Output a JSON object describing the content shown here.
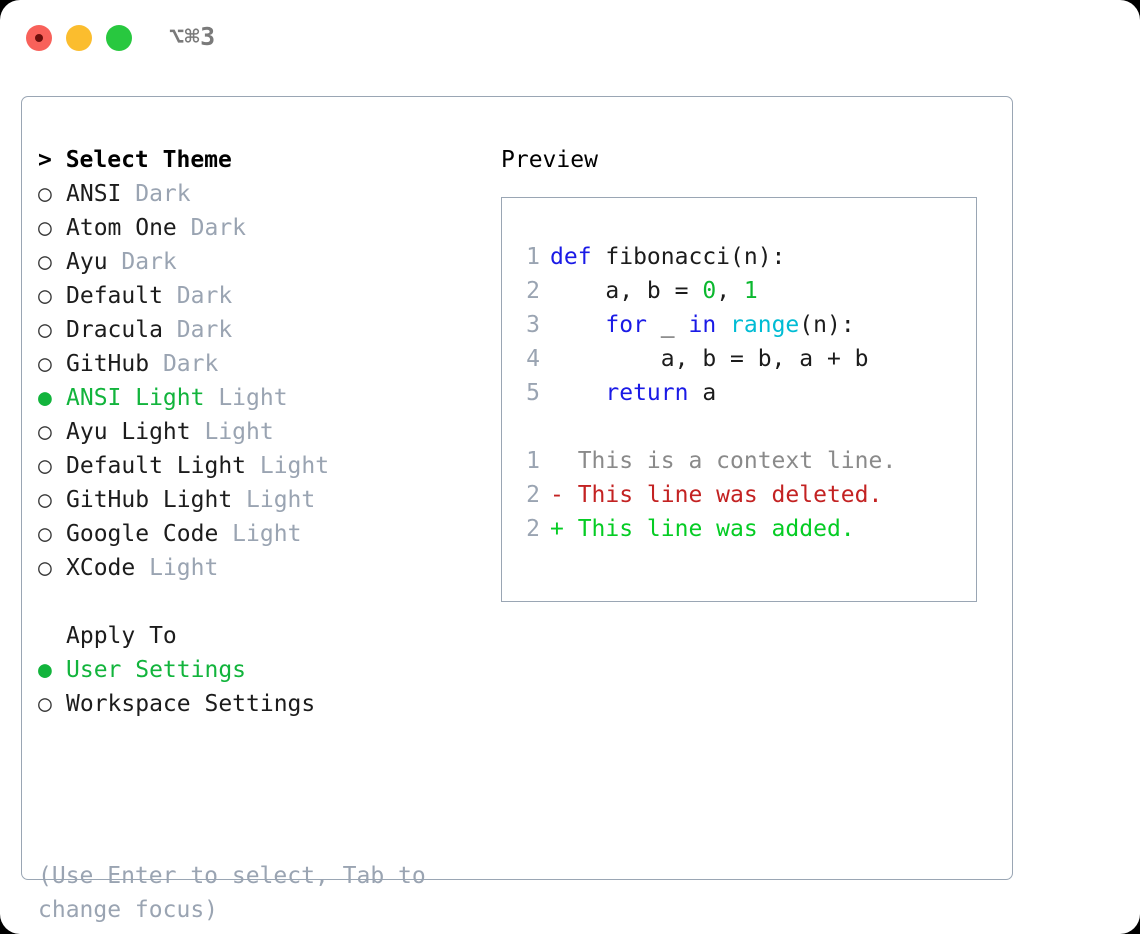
{
  "titlebar": {
    "shortcut": "⌥⌘3",
    "buttons": [
      {
        "name": "close",
        "color": "#f8615a"
      },
      {
        "name": "minimize",
        "color": "#fbbd2e"
      },
      {
        "name": "maximize",
        "color": "#28c83f"
      }
    ]
  },
  "theme_picker": {
    "header": "> Select Theme",
    "markers": {
      "selected": "●",
      "unselected": "○"
    },
    "items": [
      {
        "name": "ANSI",
        "category": "Dark",
        "selected": false
      },
      {
        "name": "Atom One",
        "category": "Dark",
        "selected": false
      },
      {
        "name": "Ayu",
        "category": "Dark",
        "selected": false
      },
      {
        "name": "Default",
        "category": "Dark",
        "selected": false
      },
      {
        "name": "Dracula",
        "category": "Dark",
        "selected": false
      },
      {
        "name": "GitHub",
        "category": "Dark",
        "selected": false
      },
      {
        "name": "ANSI Light",
        "category": "Light",
        "selected": true
      },
      {
        "name": "Ayu Light",
        "category": "Light",
        "selected": false
      },
      {
        "name": "Default Light",
        "category": "Light",
        "selected": false
      },
      {
        "name": "GitHub Light",
        "category": "Light",
        "selected": false
      },
      {
        "name": "Google Code",
        "category": "Light",
        "selected": false
      },
      {
        "name": "XCode",
        "category": "Light",
        "selected": false
      }
    ]
  },
  "apply_to": {
    "header": "Apply To",
    "items": [
      {
        "name": "User Settings",
        "selected": true
      },
      {
        "name": "Workspace Settings",
        "selected": false
      }
    ]
  },
  "help": {
    "text": "(Use Enter to select, Tab to change focus)"
  },
  "preview": {
    "title": "Preview",
    "code_lines": [
      {
        "no": "1",
        "tokens": [
          {
            "t": "def ",
            "c": "kw"
          },
          {
            "t": "fibonacci(n):",
            "c": "id"
          }
        ]
      },
      {
        "no": "2",
        "tokens": [
          {
            "t": "    a, b = ",
            "c": "id"
          },
          {
            "t": "0",
            "c": "num"
          },
          {
            "t": ", ",
            "c": "id"
          },
          {
            "t": "1",
            "c": "num"
          }
        ]
      },
      {
        "no": "3",
        "tokens": [
          {
            "t": "    ",
            "c": "id"
          },
          {
            "t": "for",
            "c": "kw"
          },
          {
            "t": " _ ",
            "c": "id"
          },
          {
            "t": "in",
            "c": "kw"
          },
          {
            "t": " ",
            "c": "id"
          },
          {
            "t": "range",
            "c": "fn"
          },
          {
            "t": "(n):",
            "c": "id"
          }
        ]
      },
      {
        "no": "4",
        "tokens": [
          {
            "t": "        a, b = b, a + b",
            "c": "id"
          }
        ]
      },
      {
        "no": "5",
        "tokens": [
          {
            "t": "    ",
            "c": "id"
          },
          {
            "t": "return",
            "c": "kw"
          },
          {
            "t": " a",
            "c": "id"
          }
        ]
      }
    ],
    "diff_lines": [
      {
        "no": "1",
        "sign": " ",
        "text": " This is a context line.",
        "kind": "ctx"
      },
      {
        "no": "2",
        "sign": "-",
        "text": " This line was deleted.",
        "kind": "del"
      },
      {
        "no": "2",
        "sign": "+",
        "text": " This line was added.",
        "kind": "add"
      }
    ]
  },
  "colors": {
    "accent_green": "#12b43c",
    "muted": "#9aa4b2",
    "border": "#9aa6b4",
    "keyword": "#1a1ae6",
    "number": "#0bb82f",
    "function": "#00bcd4",
    "diff_deleted": "#c32222",
    "diff_added": "#05cc24"
  }
}
